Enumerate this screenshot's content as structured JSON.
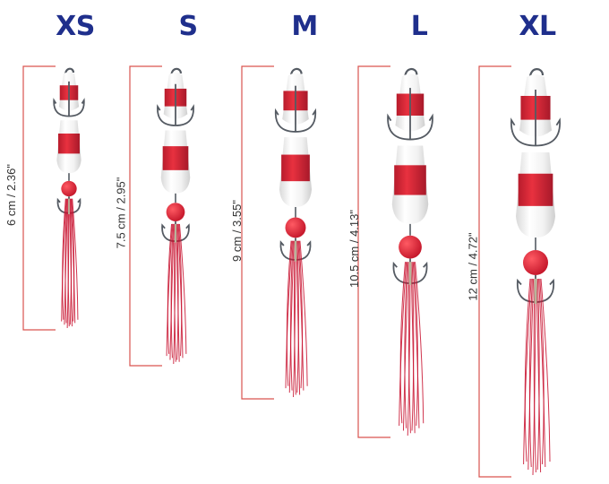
{
  "colors": {
    "label": "#1f2f8c",
    "bracket": "#d9534f",
    "red": "#e0283a",
    "white": "#f7f7f7",
    "hook": "#555b63",
    "tinsel": "#c8102e"
  },
  "lures": [
    {
      "size": "XS",
      "length": "6 cm / 2.36\"",
      "scale": 0.62
    },
    {
      "size": "S",
      "length": "7.5 cm / 2.95\"",
      "scale": 0.74
    },
    {
      "size": "M",
      "length": "9 cm / 3.55\"",
      "scale": 0.82
    },
    {
      "size": "L",
      "length": "10.5 cm / 4.13\"",
      "scale": 0.92
    },
    {
      "size": "XL",
      "length": "12 cm / 4.72\"",
      "scale": 1.0
    }
  ]
}
